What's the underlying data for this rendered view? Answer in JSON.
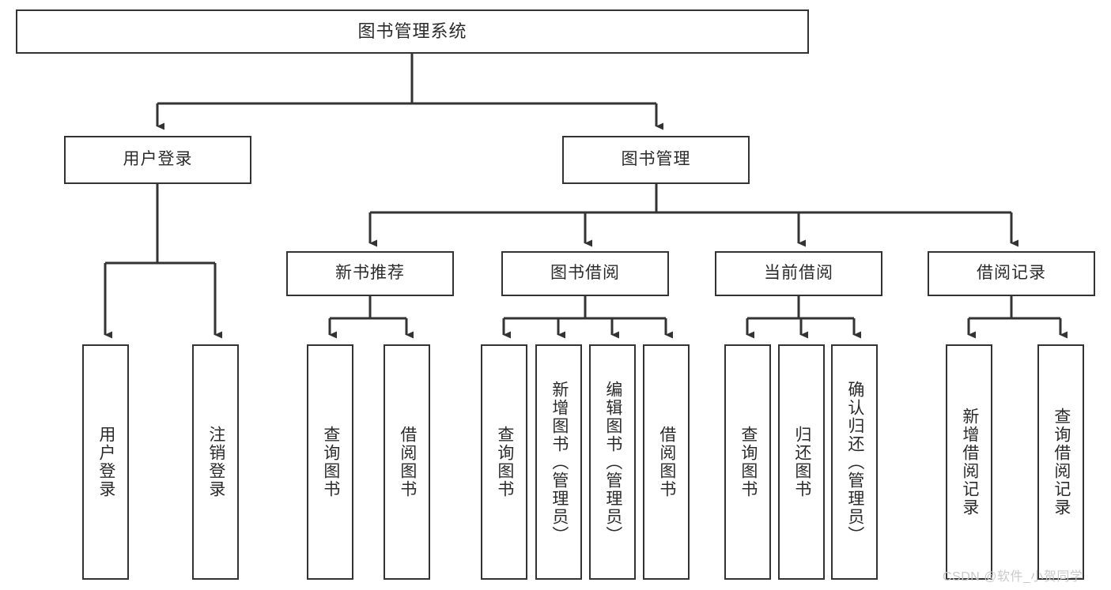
{
  "diagram": {
    "title": "图书管理系统",
    "type": "tree",
    "stroke_color": "#333333",
    "text_color": "#2b2b2b",
    "background_color": "#ffffff",
    "watermark": "CSDN @软件_小贺同学"
  },
  "nodes": {
    "root": {
      "label": "图书管理系统"
    },
    "level1": [
      {
        "id": "user-login",
        "label": "用户登录"
      },
      {
        "id": "book-manage",
        "label": "图书管理"
      }
    ],
    "level2": [
      {
        "id": "new-book-recommend",
        "label": "新书推荐"
      },
      {
        "id": "book-borrow",
        "label": "图书借阅"
      },
      {
        "id": "current-borrow",
        "label": "当前借阅"
      },
      {
        "id": "borrow-record",
        "label": "借阅记录"
      }
    ],
    "leaves": {
      "user_login": [
        {
          "id": "leaf-user-login",
          "label": "用户登录"
        },
        {
          "id": "leaf-logout-login",
          "label": "注销登录"
        }
      ],
      "new_book_recommend": [
        {
          "id": "leaf-query-book-1",
          "label": "查询图书"
        },
        {
          "id": "leaf-borrow-book-1",
          "label": "借阅图书"
        }
      ],
      "book_borrow": [
        {
          "id": "leaf-query-book-2",
          "label": "查询图书"
        },
        {
          "id": "leaf-add-book",
          "label": "新增图书（管理员）"
        },
        {
          "id": "leaf-edit-book",
          "label": "编辑图书（管理员）"
        },
        {
          "id": "leaf-borrow-book-2",
          "label": "借阅图书"
        }
      ],
      "current_borrow": [
        {
          "id": "leaf-query-book-3",
          "label": "查询图书"
        },
        {
          "id": "leaf-return-book",
          "label": "归还图书"
        },
        {
          "id": "leaf-confirm-return",
          "label": "确认归还（管理员）"
        }
      ],
      "borrow_record": [
        {
          "id": "leaf-add-record",
          "label": "新增借阅记录"
        },
        {
          "id": "leaf-query-record",
          "label": "查询借阅记录"
        }
      ]
    }
  }
}
